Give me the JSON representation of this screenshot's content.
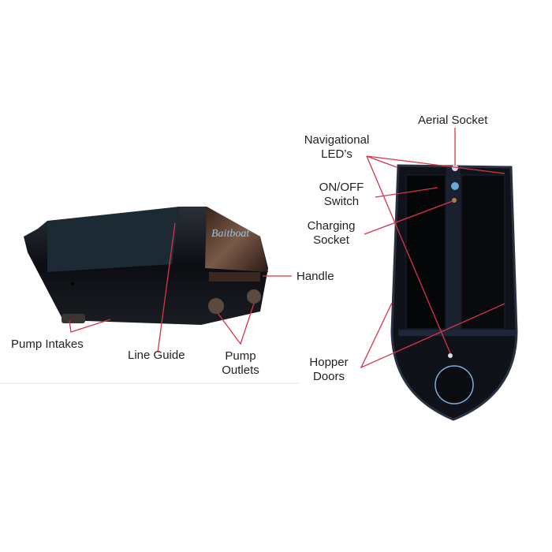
{
  "colors": {
    "leader_line": "#d8344a",
    "hull": "#0d0f14",
    "background": "#ffffff"
  },
  "logo_text": "Baitboat",
  "labels": {
    "pump_intakes": "Pump Intakes",
    "line_guide": "Line Guide",
    "pump_outlets_1": "Pump",
    "pump_outlets_2": "Outlets",
    "handle": "Handle",
    "aerial_socket": "Aerial Socket",
    "nav_leds_1": "Navigational",
    "nav_leds_2": "LED’s",
    "on_off_1": "ON/OFF",
    "on_off_2": "Switch",
    "charging_1": "Charging",
    "charging_2": "Socket",
    "hopper_1": "Hopper",
    "hopper_2": "Doors"
  }
}
